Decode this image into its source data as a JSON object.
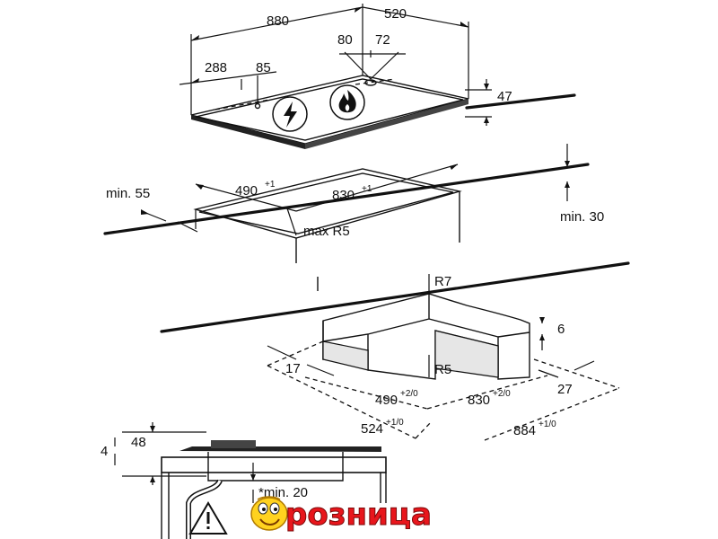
{
  "cooktop": {
    "width": "880",
    "depth": "520",
    "offset_left": "288",
    "offset_left_2": "85",
    "offset_right": "80",
    "offset_right_2": "72",
    "height": "47"
  },
  "cutout": {
    "min_front": "min. 55",
    "depth": "490",
    "depth_tol": "+1",
    "width": "830",
    "width_tol": "+1",
    "radius": "max R5",
    "min_back": "min. 30"
  },
  "frame": {
    "outer_radius": "R7",
    "inner_radius": "R5",
    "thickness": "6",
    "side_left": "17",
    "side_right": "27",
    "inner_depth": "490",
    "inner_depth_tol": "+2/0",
    "inner_width": "830",
    "inner_width_tol": "+2/0",
    "outer_depth": "524",
    "outer_depth_tol": "+1/0",
    "outer_width": "884",
    "outer_width_tol": "+1/0"
  },
  "section": {
    "overall": "48",
    "top": "4",
    "clearance": "*min. 20"
  },
  "icons": {
    "electric": "lightning-icon",
    "gas": "flame-icon",
    "warning": "warning-icon"
  },
  "logo": {
    "text": "розница",
    "color": "#e8161c"
  }
}
